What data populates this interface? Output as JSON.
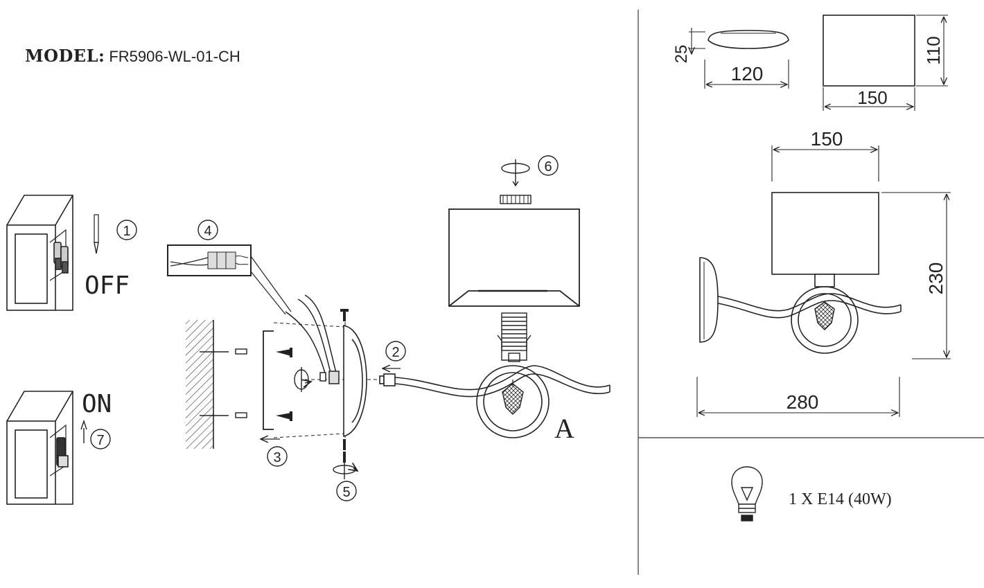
{
  "model": {
    "label": "MODEL:",
    "value": "FR5906-WL-01-CH"
  },
  "switches": {
    "off": "OFF",
    "on": "ON"
  },
  "steps": [
    "1",
    "2",
    "3",
    "4",
    "5",
    "6",
    "7"
  ],
  "view_letter": "A",
  "dimensions": {
    "canopy_height": "25",
    "canopy_diameter": "120",
    "shade_height": "110",
    "shade_width": "150",
    "front_width": "150",
    "total_height": "230",
    "projection": "280"
  },
  "bulb_spec": "1 X E14 (40W)"
}
